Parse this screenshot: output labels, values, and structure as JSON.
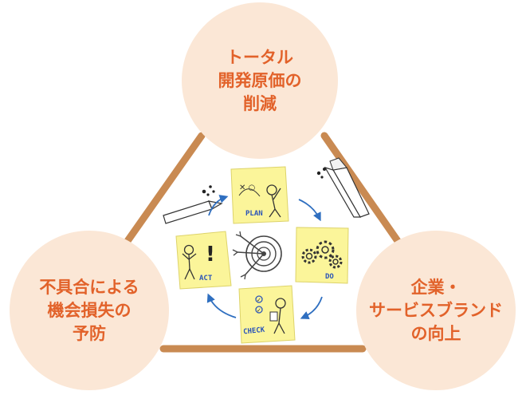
{
  "circles": {
    "top": {
      "text": "トータル\n開発原価の\n削減"
    },
    "left": {
      "text": "不具合による\n機会損失の\n予防"
    },
    "right": {
      "text": "企業・\nサービスブランド\nの向上"
    }
  },
  "pdca": {
    "plan": "PLAN",
    "do": "DO",
    "check": "CHECK",
    "act": "ACT"
  },
  "colors": {
    "triangle": "#c98a52",
    "circle_fill": "#fbe7d6",
    "circle_text": "#e2622a",
    "note_fill": "#fbf59a",
    "arrow": "#2f6fc0"
  }
}
